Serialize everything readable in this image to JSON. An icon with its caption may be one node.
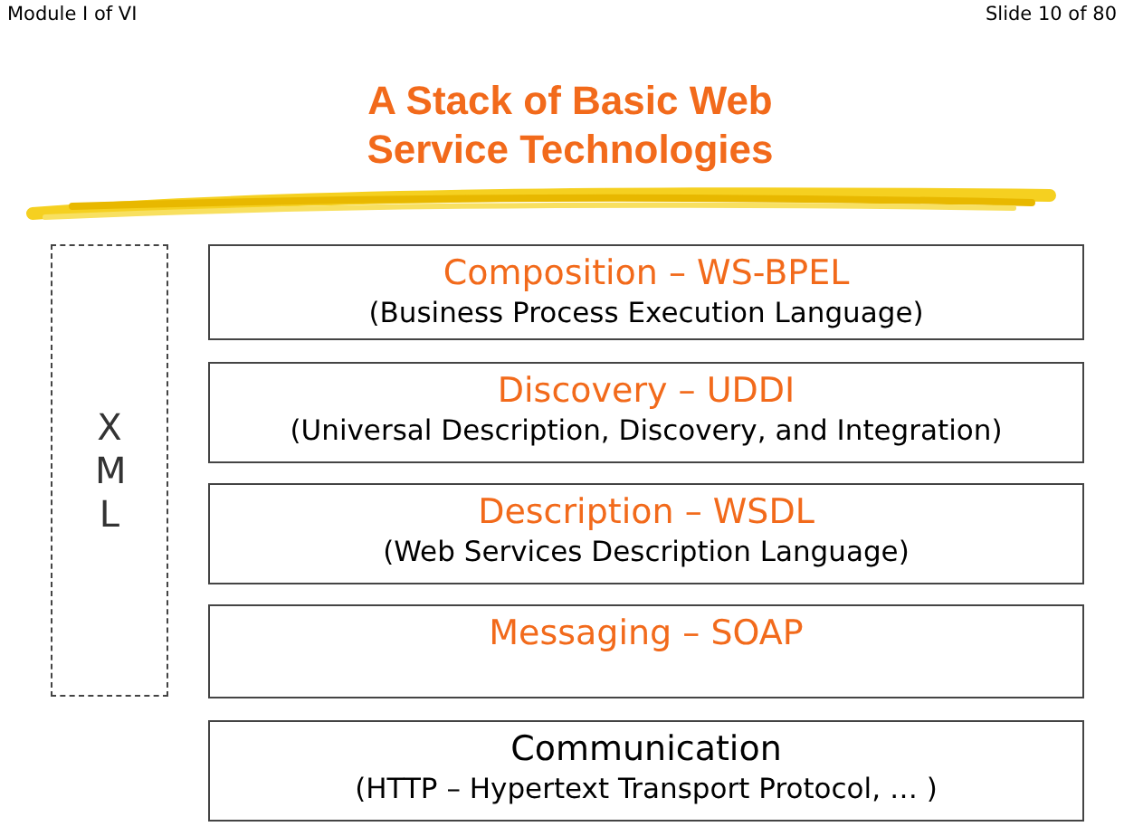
{
  "diagram": {
    "title": "A Stack of Basic Web Service Technologies",
    "nodes": [
      {
        "text": [
          "X M L"
        ]
      },
      {
        "text": [
          "Composition – WS-BPEL",
          "(Business Process Execution Language)"
        ]
      },
      {
        "text": [
          "Discovery – UDDI",
          "(Universal Description, Discovery, and Integration)"
        ]
      },
      {
        "text": [
          "Description – WSDL",
          "(Web Services Description Language)"
        ]
      },
      {
        "text": [
          "Messaging – SOAP"
        ]
      },
      {
        "text": [
          "Communication",
          "(HTTP – Hypertext Transport Protocol, … )"
        ]
      }
    ],
    "edges": [],
    "labels": [
      "Module I of VI",
      "Slide 10 of 80"
    ]
  }
}
